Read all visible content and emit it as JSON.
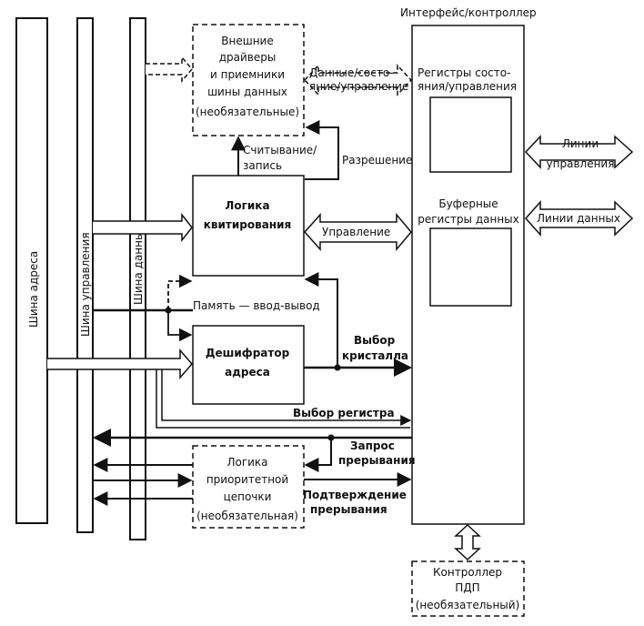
{
  "buses": {
    "address": "Шина адреса",
    "control": "Шина управления",
    "data": "Шина данных"
  },
  "interface": {
    "title": "Интерфейс/контроллер",
    "status_regs_line1": "Регистры состо-",
    "status_regs_line2": "яния/управления",
    "buffer_regs_line1": "Буферные",
    "buffer_regs_line2": "регистры данных"
  },
  "drivers": {
    "line1": "Внешние",
    "line2": "драйверы",
    "line3": "и приемники",
    "line4": "шины данных",
    "line5": "(необязательные)"
  },
  "handshake": {
    "line1": "Логика",
    "line2": "квитирования"
  },
  "decoder": {
    "line1": "Дешифратор",
    "line2": "адреса"
  },
  "priority": {
    "line1": "Логика",
    "line2": "приоритетной",
    "line3": "цепочки",
    "line4": "(необязательная)"
  },
  "dma": {
    "line1": "Контроллер",
    "line2": "ПДП",
    "line3": "(необязательный)"
  },
  "signals": {
    "data_status_1": "Данные/состо-",
    "data_status_2": "яние/управление",
    "read_write_1": "Считывание/",
    "read_write_2": "запись",
    "enable": "Разрешение",
    "control": "Управление",
    "mem_io": "Память — ввод-вывод",
    "chip_select_1": "Выбор",
    "chip_select_2": "кристалла",
    "reg_select": "Выбор регистра",
    "int_req_1": "Запрос",
    "int_req_2": "прерывания",
    "int_ack_1": "Подтверждение",
    "int_ack_2": "прерывания",
    "control_lines_1": "Линии",
    "control_lines_2": "управления",
    "data_lines": "Линии данных"
  }
}
